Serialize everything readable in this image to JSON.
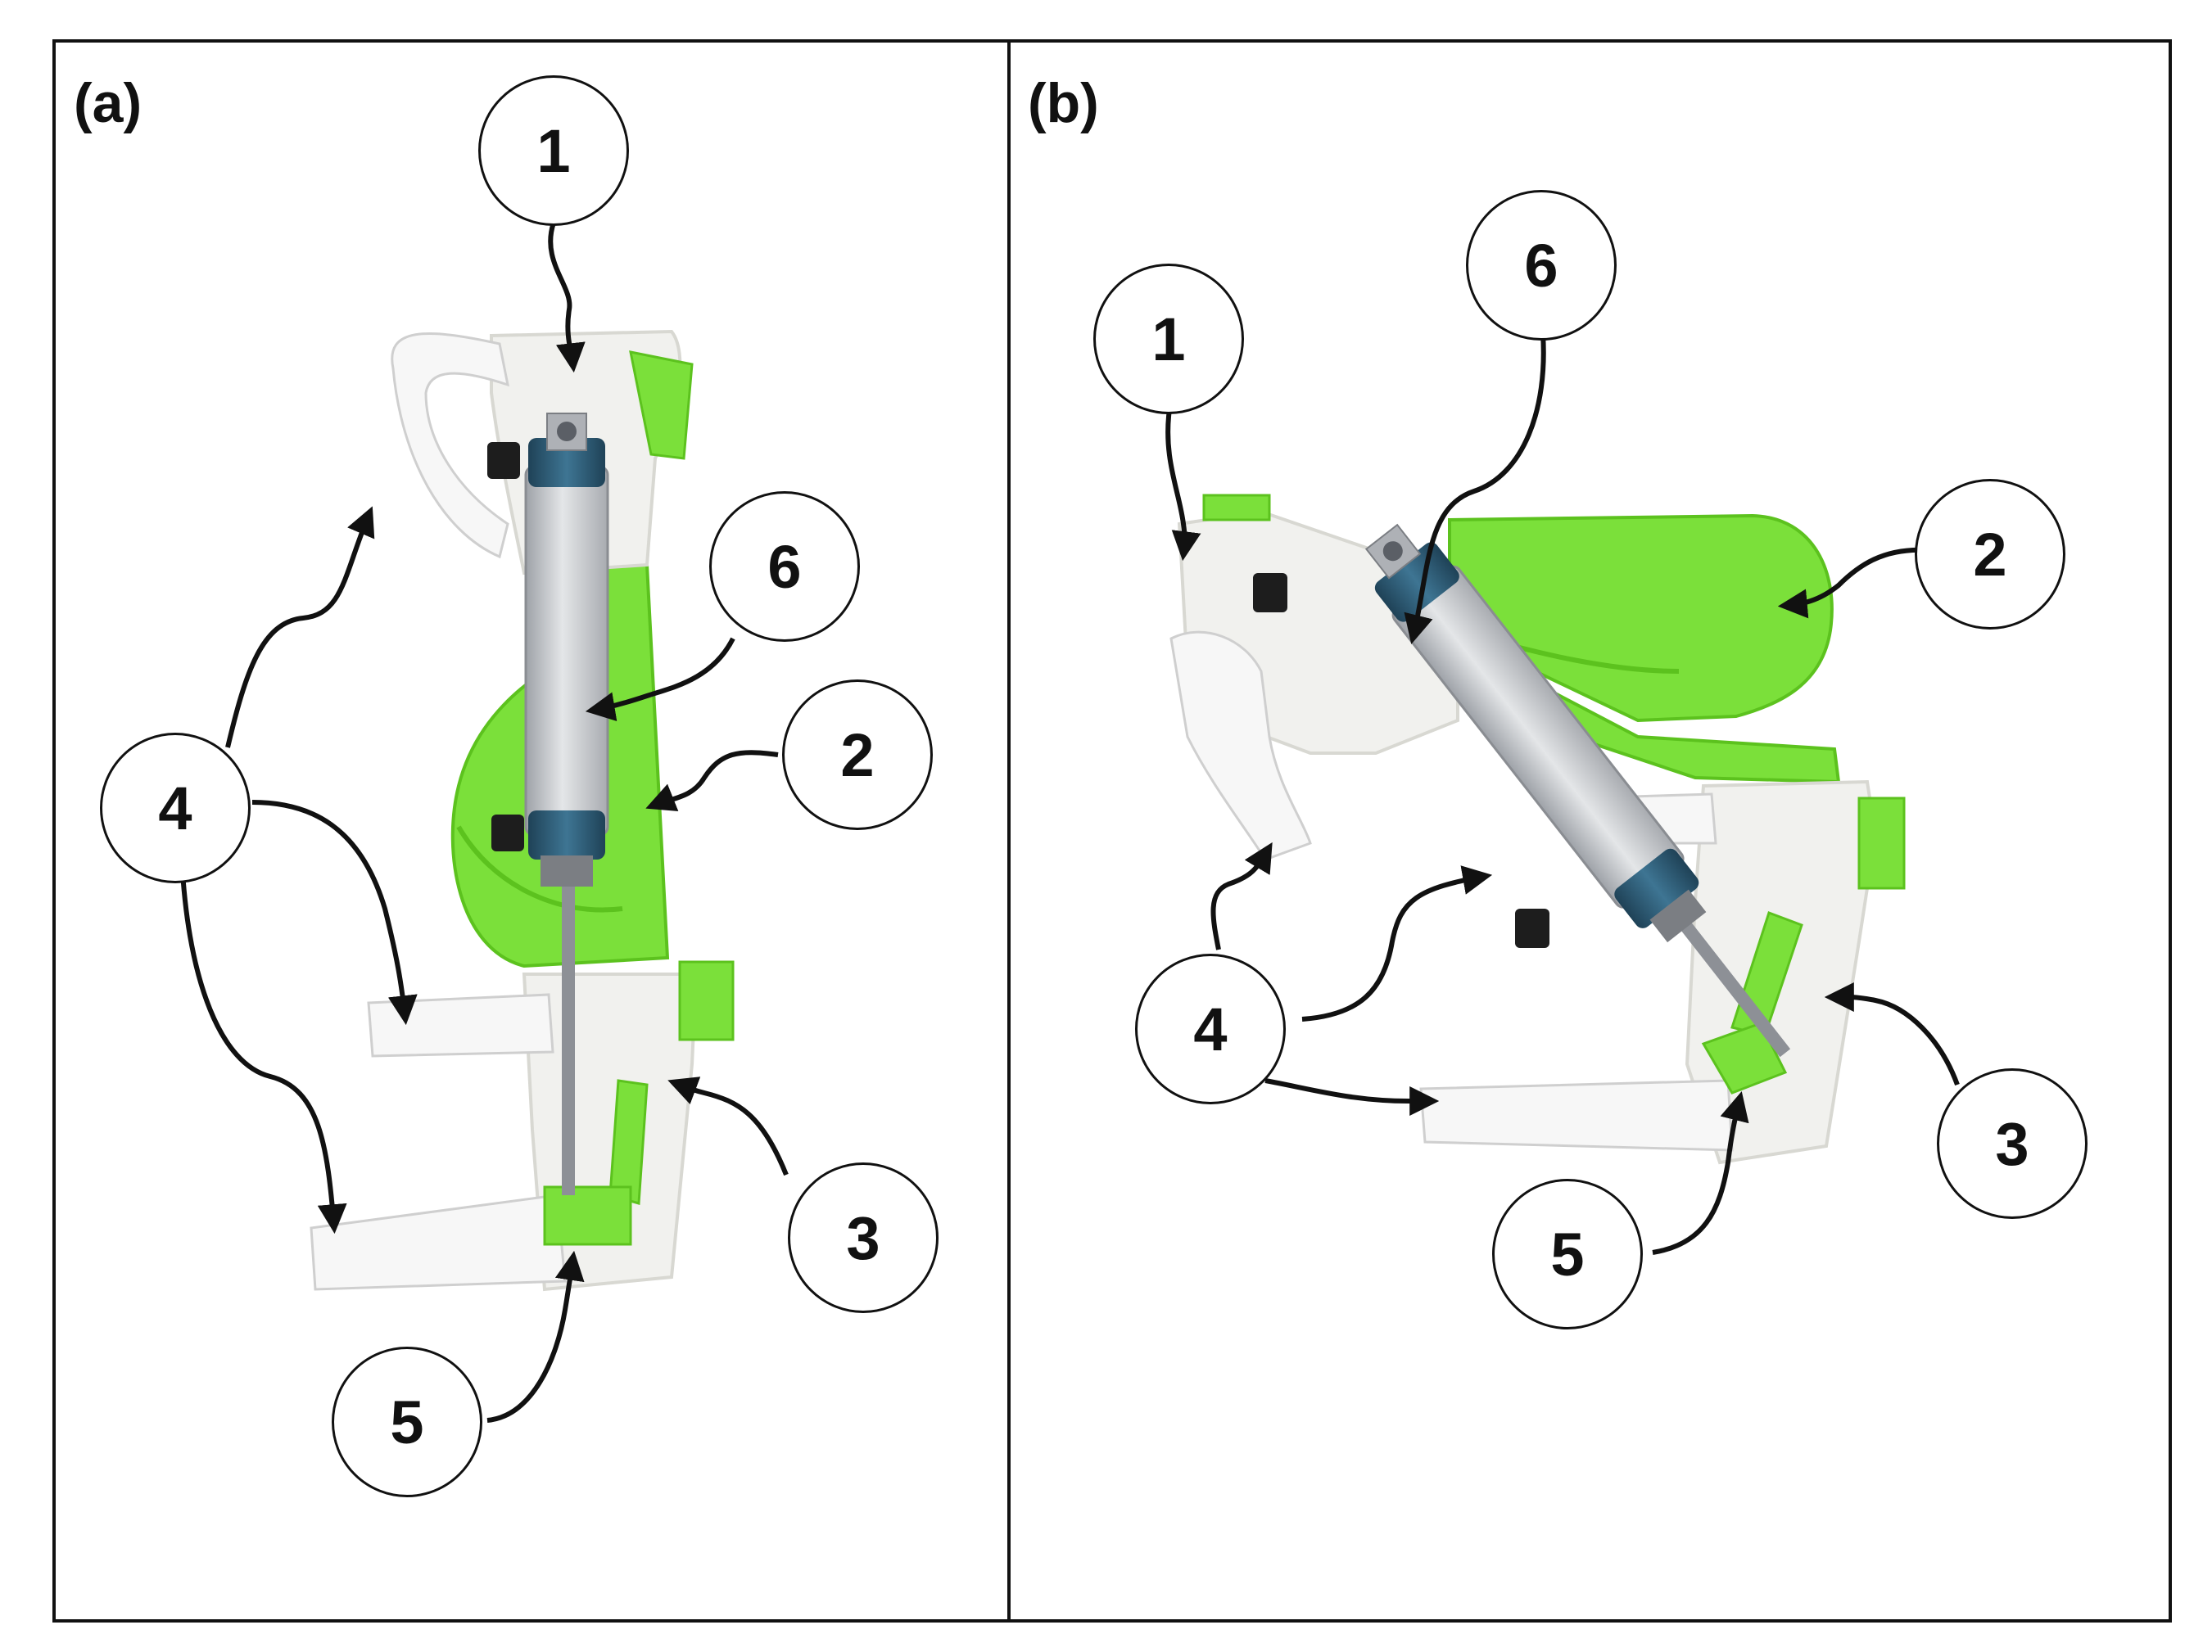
{
  "panels": [
    {
      "label": "(a)",
      "callouts": [
        "1",
        "2",
        "3",
        "4",
        "5",
        "6"
      ]
    },
    {
      "label": "(b)",
      "callouts": [
        "1",
        "2",
        "3",
        "4",
        "5",
        "6"
      ]
    }
  ],
  "colors": {
    "frame": "#111111",
    "brace_green": "#7be03a",
    "brace_green_dark": "#5cc21e",
    "shell_white": "#f1f1ee",
    "shell_shadow": "#d8d8d2",
    "cylinder_silver": "#c9ccd0",
    "cylinder_cap": "#2f5f7a",
    "rod": "#8d9096",
    "strap": "#f7f7f7"
  }
}
